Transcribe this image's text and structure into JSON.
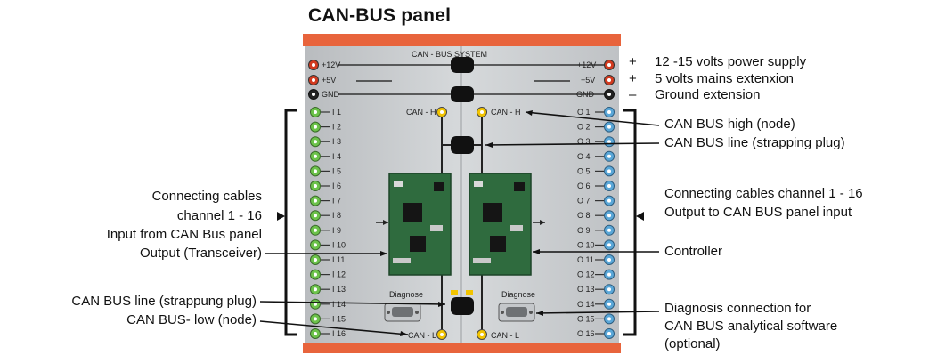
{
  "title": "CAN-BUS panel",
  "panel": {
    "top_label": "CAN - BUS   SYSTEM",
    "power_left": [
      "+12V",
      "+5V",
      "GND"
    ],
    "power_right": [
      "+12V",
      "+5V",
      "GND"
    ],
    "inputs": [
      "I 1",
      "I 2",
      "I 3",
      "I 4",
      "I 5",
      "I 6",
      "I 7",
      "I 8",
      "I 9",
      "I 10",
      "I 11",
      "I 12",
      "I 13",
      "I 14",
      "I 15",
      "I 16"
    ],
    "outputs": [
      "O 1",
      "O 2",
      "O 3",
      "O 4",
      "O 5",
      "O 6",
      "O 7",
      "O 8",
      "O 9",
      "O 10",
      "O 11",
      "O 12",
      "O 13",
      "O 14",
      "O 15",
      "O 16"
    ],
    "can_h_left": "CAN - H",
    "can_h_right": "CAN - H",
    "can_l_left": "CAN - L",
    "can_l_right": "CAN - L",
    "diag_left": "Diagnose",
    "diag_right": "Diagnose"
  },
  "callouts_right": {
    "plus1": "+",
    "power": "12 -15 volts power supply",
    "plus2": "+",
    "mains": "5 volts  mains extenxion",
    "minus": "–",
    "ground": "Ground extension",
    "can_high": "CAN BUS high (node)",
    "can_line": "CAN BUS line (strapping plug)",
    "conn_out_1": "Connecting cables channel 1 - 16",
    "conn_out_2": "Output to CAN BUS panel input",
    "controller": "Controller",
    "diag_1": "Diagnosis connection for",
    "diag_2": "CAN BUS analytical software",
    "diag_3": "(optional)"
  },
  "callouts_left": {
    "conn_in_1": "Connecting cables",
    "conn_in_2": "channel 1 - 16",
    "conn_in_3": "Input from CAN Bus panel",
    "conn_in_4": "Output (Transceiver)",
    "can_line_low": "CAN BUS line (strappung plug)",
    "can_low": "CAN BUS- low (node)"
  },
  "colors": {
    "frame_orange": "#e8643c",
    "panel_gray": "#c8cbcd",
    "green_socket": "#6cc24a",
    "blue_socket": "#5aa7d8",
    "yellow_socket": "#f2c400",
    "red_socket": "#d23a1f",
    "pcb_green": "#2f6b3e"
  }
}
